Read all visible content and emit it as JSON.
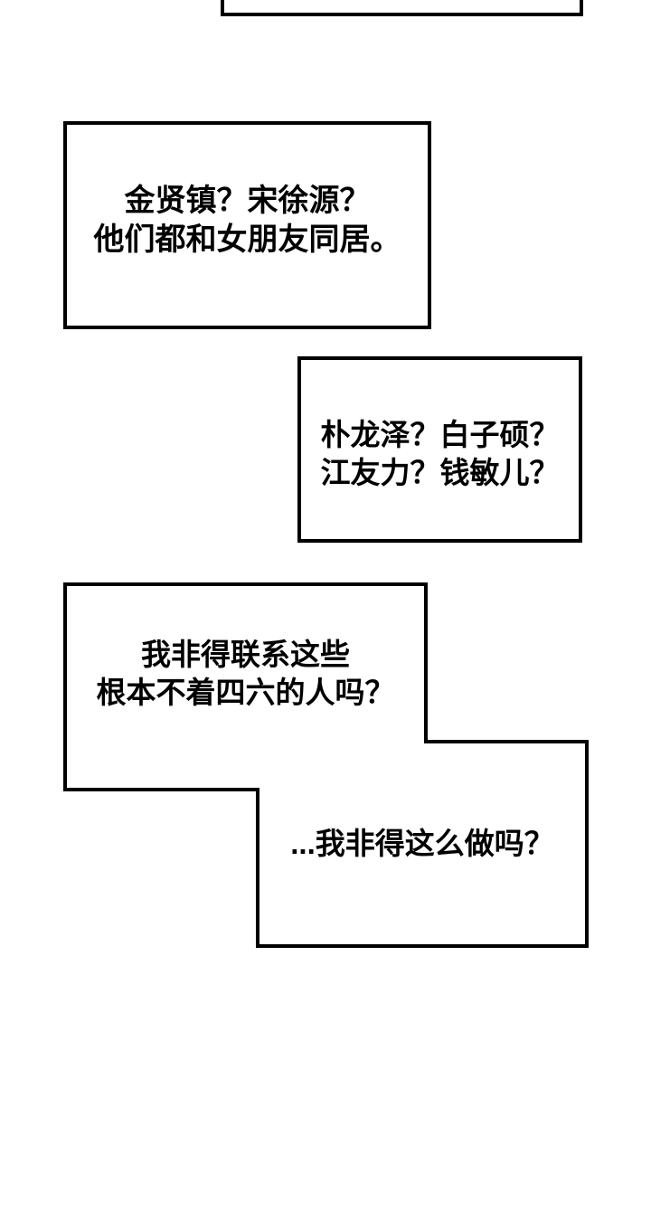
{
  "page": {
    "background_color": "#ffffff",
    "panel_border_color": "#000000",
    "panel_fill_color": "#ffffff",
    "text_color": "#000000"
  },
  "speech": {
    "bubble1": {
      "line1": "金贤镇？宋徐源？",
      "line2": "他们都和女朋友同居。"
    },
    "bubble2": {
      "line1": "朴龙泽？白子硕？",
      "line2": "江友力？钱敏儿？"
    },
    "bubble3": {
      "line1": "我非得联系这些",
      "line2": "根本不着四六的人吗？"
    },
    "bubble4": {
      "line1": "...我非得这么做吗？"
    }
  }
}
